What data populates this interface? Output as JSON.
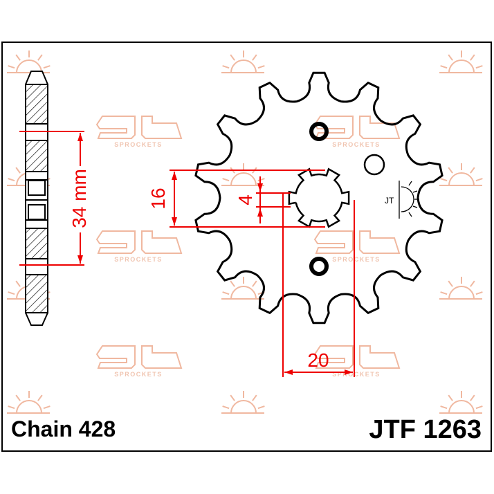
{
  "part_number": "JTF 1263",
  "chain": "Chain 428",
  "teeth": 14,
  "dimensions": {
    "pitch_circle": "34 mm",
    "spline_diameter": "16",
    "spline_width": "4",
    "hub_width": "20"
  },
  "watermark": {
    "logo": "JT",
    "text": "SPROCKETS"
  },
  "colors": {
    "outline": "#000000",
    "dimension": "#e00000",
    "watermark": "#f0b8a0"
  }
}
